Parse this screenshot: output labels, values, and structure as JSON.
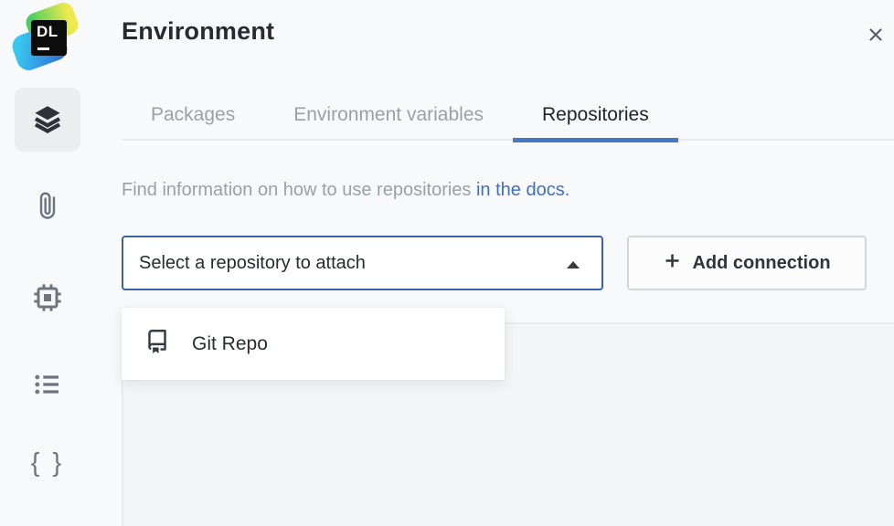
{
  "logo": {
    "label": "DL"
  },
  "header": {
    "title": "Environment"
  },
  "sidebar": {
    "items": [
      {
        "name": "environment",
        "icon": "layers-icon",
        "active": true
      },
      {
        "name": "attachments",
        "icon": "paperclip-icon",
        "active": false
      },
      {
        "name": "hardware",
        "icon": "cpu-icon",
        "active": false
      },
      {
        "name": "table-of-contents",
        "icon": "list-icon",
        "active": false
      },
      {
        "name": "variables",
        "icon": "braces-icon",
        "active": false
      }
    ],
    "braces_glyph": "{ }"
  },
  "tabs": {
    "items": [
      {
        "label": "Packages",
        "active": false
      },
      {
        "label": "Environment variables",
        "active": false
      },
      {
        "label": "Repositories",
        "active": true
      }
    ]
  },
  "info": {
    "prefix": "Find information on how to use repositories ",
    "link": "in the docs",
    "suffix": "."
  },
  "controls": {
    "select_placeholder": "Select a repository to attach",
    "add_connection_label": "Add connection"
  },
  "dropdown_menu": {
    "items": [
      {
        "label": "Git Repo",
        "icon": "repo-book-icon"
      }
    ]
  },
  "colors": {
    "active_tab_underline": "#4678c4",
    "select_border": "#3a62a6",
    "link_blue": "#3e6fc4",
    "icon_gray": "#6f757e",
    "icon_dark": "#2c313a",
    "page_bg": "#f8f9fb",
    "panel_bg": "#f4f5f7"
  }
}
